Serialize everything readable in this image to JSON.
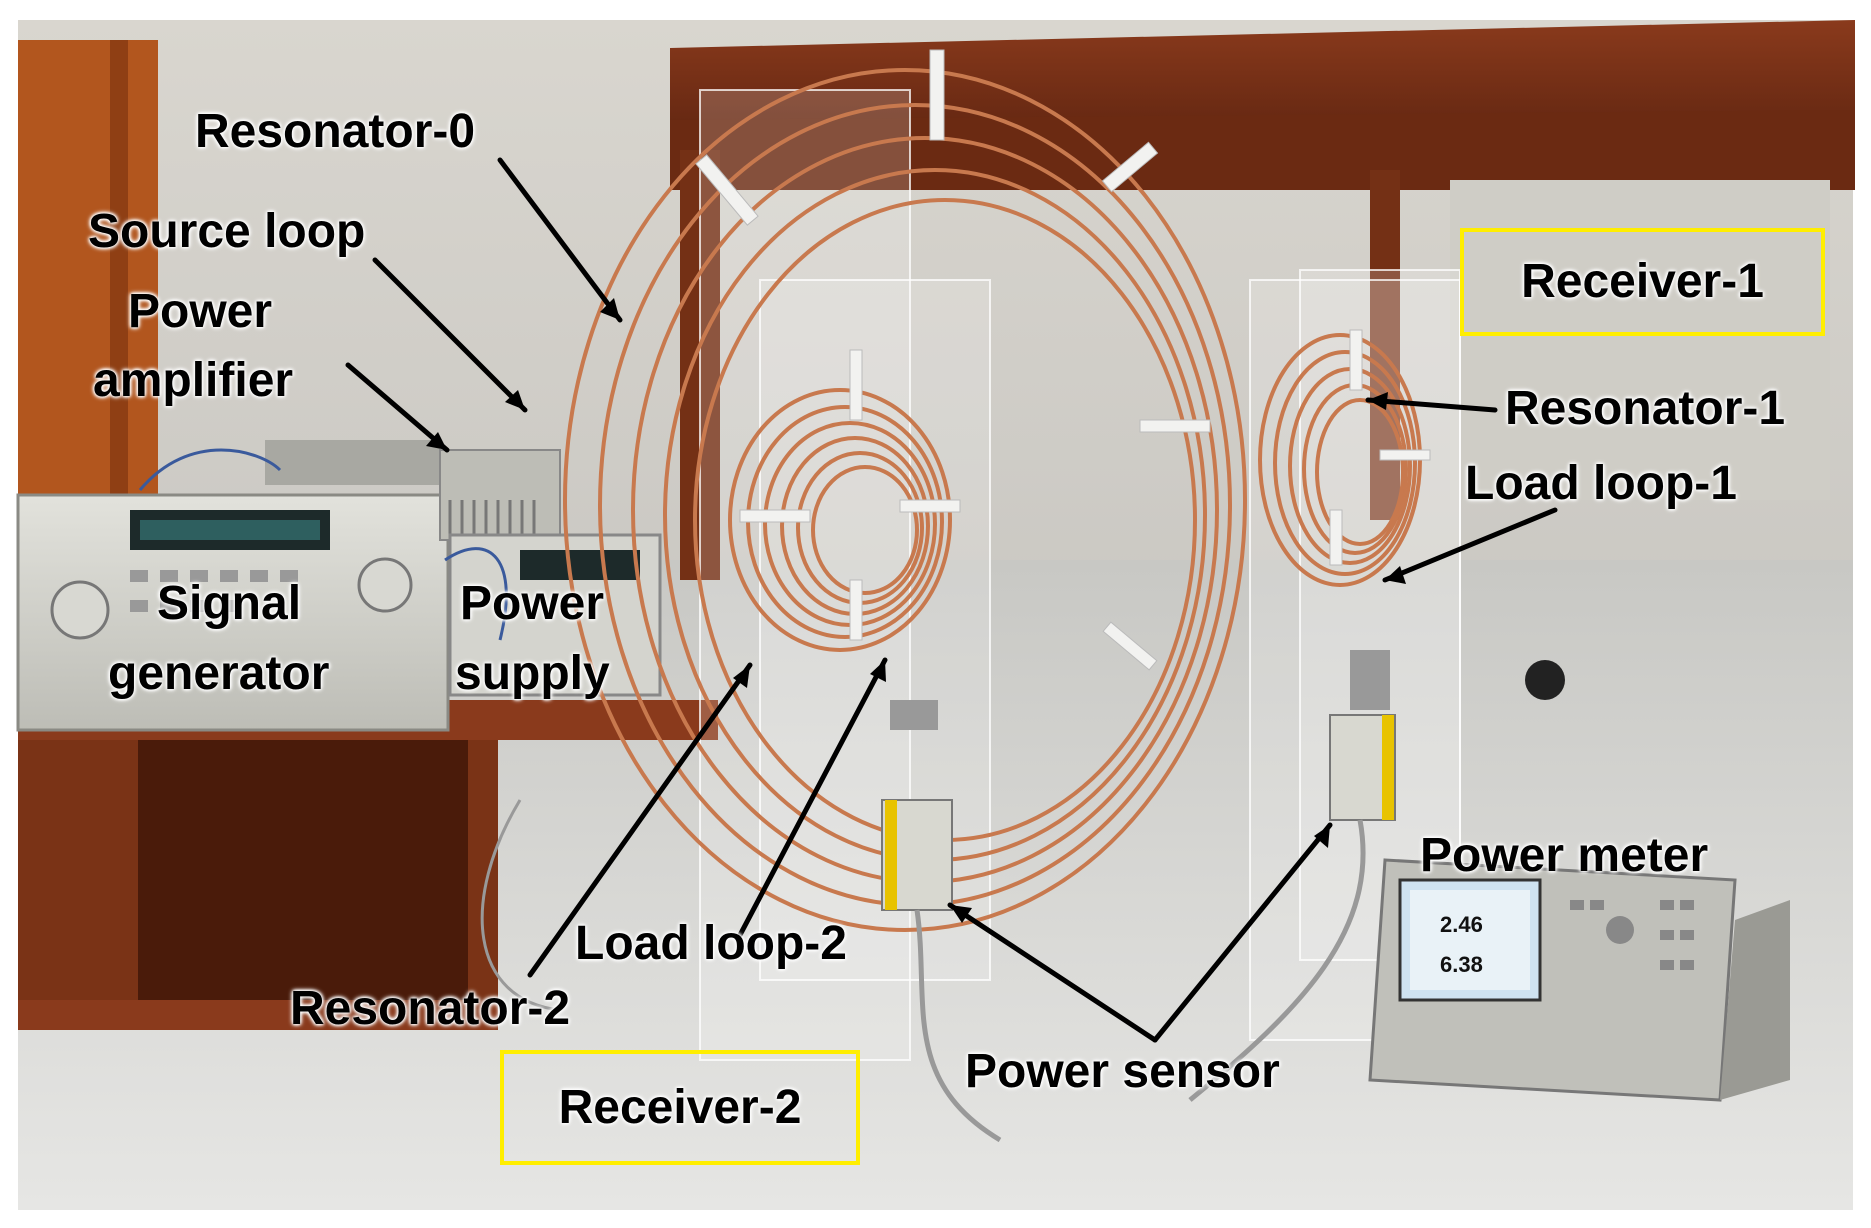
{
  "labels": {
    "resonator_0": "Resonator-0",
    "source_loop": "Source loop",
    "power_amplifier_line1": "Power",
    "power_amplifier_line2": "amplifier",
    "signal_generator_line1": "Signal",
    "signal_generator_line2": "generator",
    "power_supply_line1": "Power",
    "power_supply_line2": "supply",
    "receiver_1": "Receiver-1",
    "resonator_1": "Resonator-1",
    "load_loop_1": "Load loop-1",
    "load_loop_2": "Load loop-2",
    "resonator_2": "Resonator-2",
    "receiver_2": "Receiver-2",
    "power_sensor": "Power sensor",
    "power_meter": "Power meter"
  },
  "meter_readings": {
    "line1": "2.46",
    "line2": "6.38"
  },
  "colors": {
    "highlight_box": "#ffee00",
    "copper": "#c8794e",
    "arrow": "#000000"
  }
}
